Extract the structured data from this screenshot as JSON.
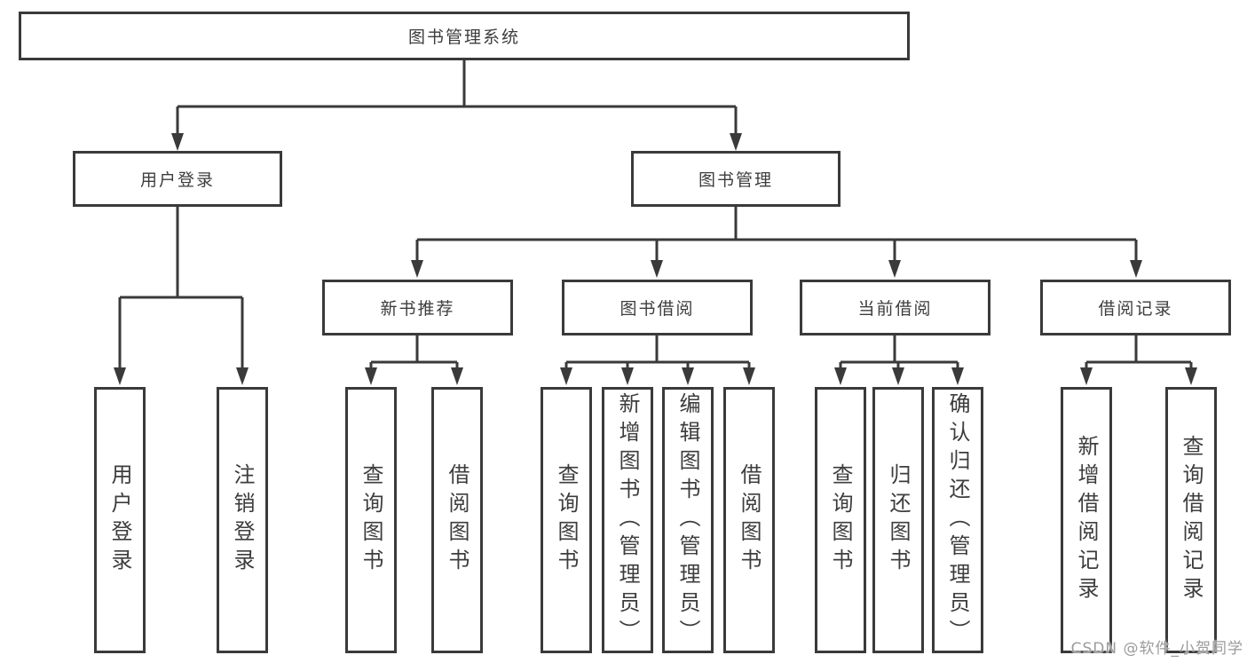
{
  "diagram_type": "hierarchy-tree",
  "tree": {
    "label": "图书管理系统",
    "children": [
      {
        "label": "用户登录",
        "children": [
          {
            "label": "用户登录"
          },
          {
            "label": "注销登录"
          }
        ]
      },
      {
        "label": "图书管理",
        "children": [
          {
            "label": "新书推荐",
            "children": [
              {
                "label": "查询图书"
              },
              {
                "label": "借阅图书"
              }
            ]
          },
          {
            "label": "图书借阅",
            "children": [
              {
                "label": "查询图书"
              },
              {
                "label": "新增图书（管理员）"
              },
              {
                "label": "编辑图书（管理员）"
              },
              {
                "label": "借阅图书"
              }
            ]
          },
          {
            "label": "当前借阅",
            "children": [
              {
                "label": "查询图书"
              },
              {
                "label": "归还图书"
              },
              {
                "label": "确认归还（管理员）"
              }
            ]
          },
          {
            "label": "借阅记录",
            "children": [
              {
                "label": "新增借阅记录"
              },
              {
                "label": "查询借阅记录"
              }
            ]
          }
        ]
      }
    ]
  },
  "watermark": "CSDN @软件_小贺同学",
  "colors": {
    "line": "#3a3a3a",
    "box_border": "#3a3a3a",
    "box_fill": "#ffffff",
    "text": "#3d3d3d",
    "watermark": "#9b9b9b",
    "background": "#ffffff"
  }
}
